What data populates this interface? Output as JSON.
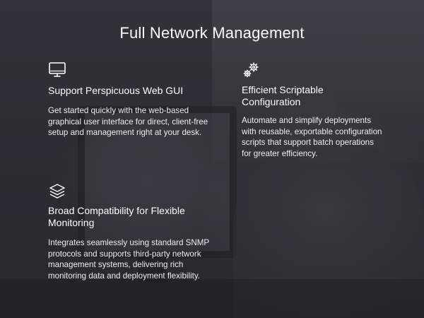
{
  "page": {
    "title": "Full Network Management"
  },
  "features": [
    {
      "icon": "monitor-icon",
      "heading": "Support Perspicuous Web GUI",
      "description": "Get started quickly with the web-based graphical user interface for direct, client-free setup and management right at your desk."
    },
    {
      "icon": "gears-icon",
      "heading": "Efficient Scriptable Configuration",
      "description": "Automate and simplify deployments with reusable, exportable configuration scripts that support batch operations for greater efficiency."
    },
    {
      "icon": "layers-icon",
      "heading": "Broad Compatibility for Flexible Monitoring",
      "description": "Integrates seamlessly using standard SNMP protocols and supports third-party network management systems, delivering rich monitoring data and deployment flexibility."
    }
  ],
  "colors": {
    "background": "#33373c",
    "text": "#ffffff"
  }
}
